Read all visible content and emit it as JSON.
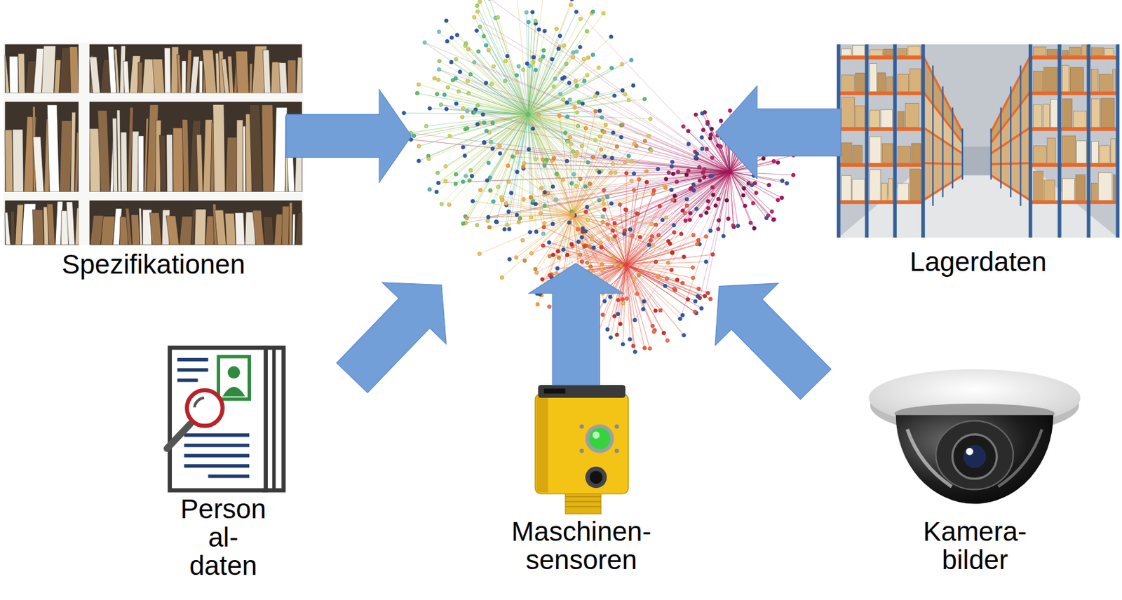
{
  "diagram": {
    "nodes": [
      {
        "text": [
          "Spezifikationen"
        ]
      },
      {
        "text": [
          "Lagerdaten"
        ]
      },
      {
        "text": [
          "Person al- daten"
        ]
      },
      {
        "text": [
          "Maschinen- sensoren"
        ]
      },
      {
        "text": [
          "Kamera- bilder"
        ]
      }
    ]
  }
}
